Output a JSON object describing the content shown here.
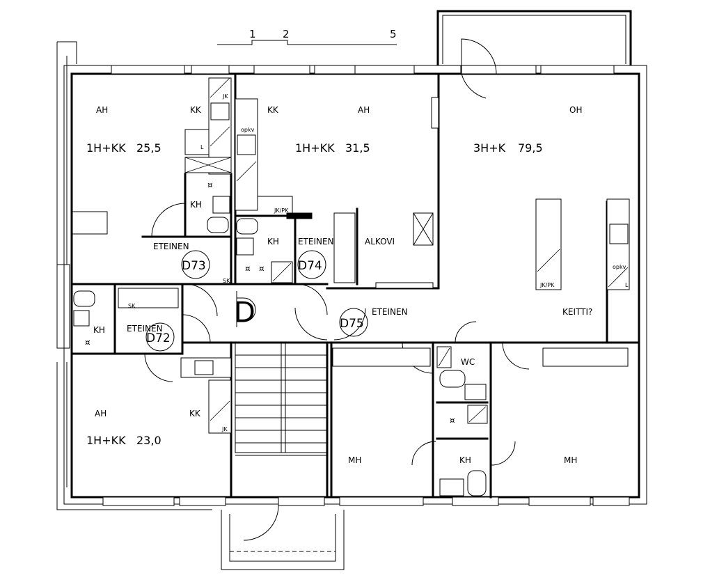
{
  "scale_bar": {
    "tick_1": "1",
    "tick_2": "2",
    "tick_5": "5"
  },
  "apartments": {
    "d73": {
      "code": "D73",
      "type": "1H+KK",
      "area": "25,5",
      "rooms": {
        "living": "AH",
        "kitchenette": "KK",
        "bathroom": "KH",
        "hall": "ETEINEN"
      }
    },
    "d74": {
      "code": "D74",
      "type": "1H+KK",
      "area": "31,5",
      "rooms": {
        "living": "AH",
        "kitchenette": "KK",
        "bathroom": "KH",
        "hall": "ETEINEN",
        "alcove": "ALKOVI"
      }
    },
    "d75": {
      "code": "D75",
      "type": "3H+K",
      "area": "79,5",
      "rooms": {
        "living": "OH",
        "kitchen": "KEITTI?",
        "hall": "ETEINEN",
        "bedroom_1": "MH",
        "bedroom_2": "MH",
        "toilet": "WC",
        "bathroom": "KH"
      }
    },
    "d72": {
      "code": "D72",
      "type": "1H+KK",
      "area": "23,0",
      "rooms": {
        "living": "AH",
        "kitchenette": "KK",
        "bathroom": "KH",
        "hall": "ETEINEN"
      }
    }
  },
  "elevator": "D",
  "fixture_labels": {
    "jk": "JK",
    "opkv": "opkv",
    "jkpk": "JK/PK",
    "sk": "SK",
    "l": "L"
  }
}
